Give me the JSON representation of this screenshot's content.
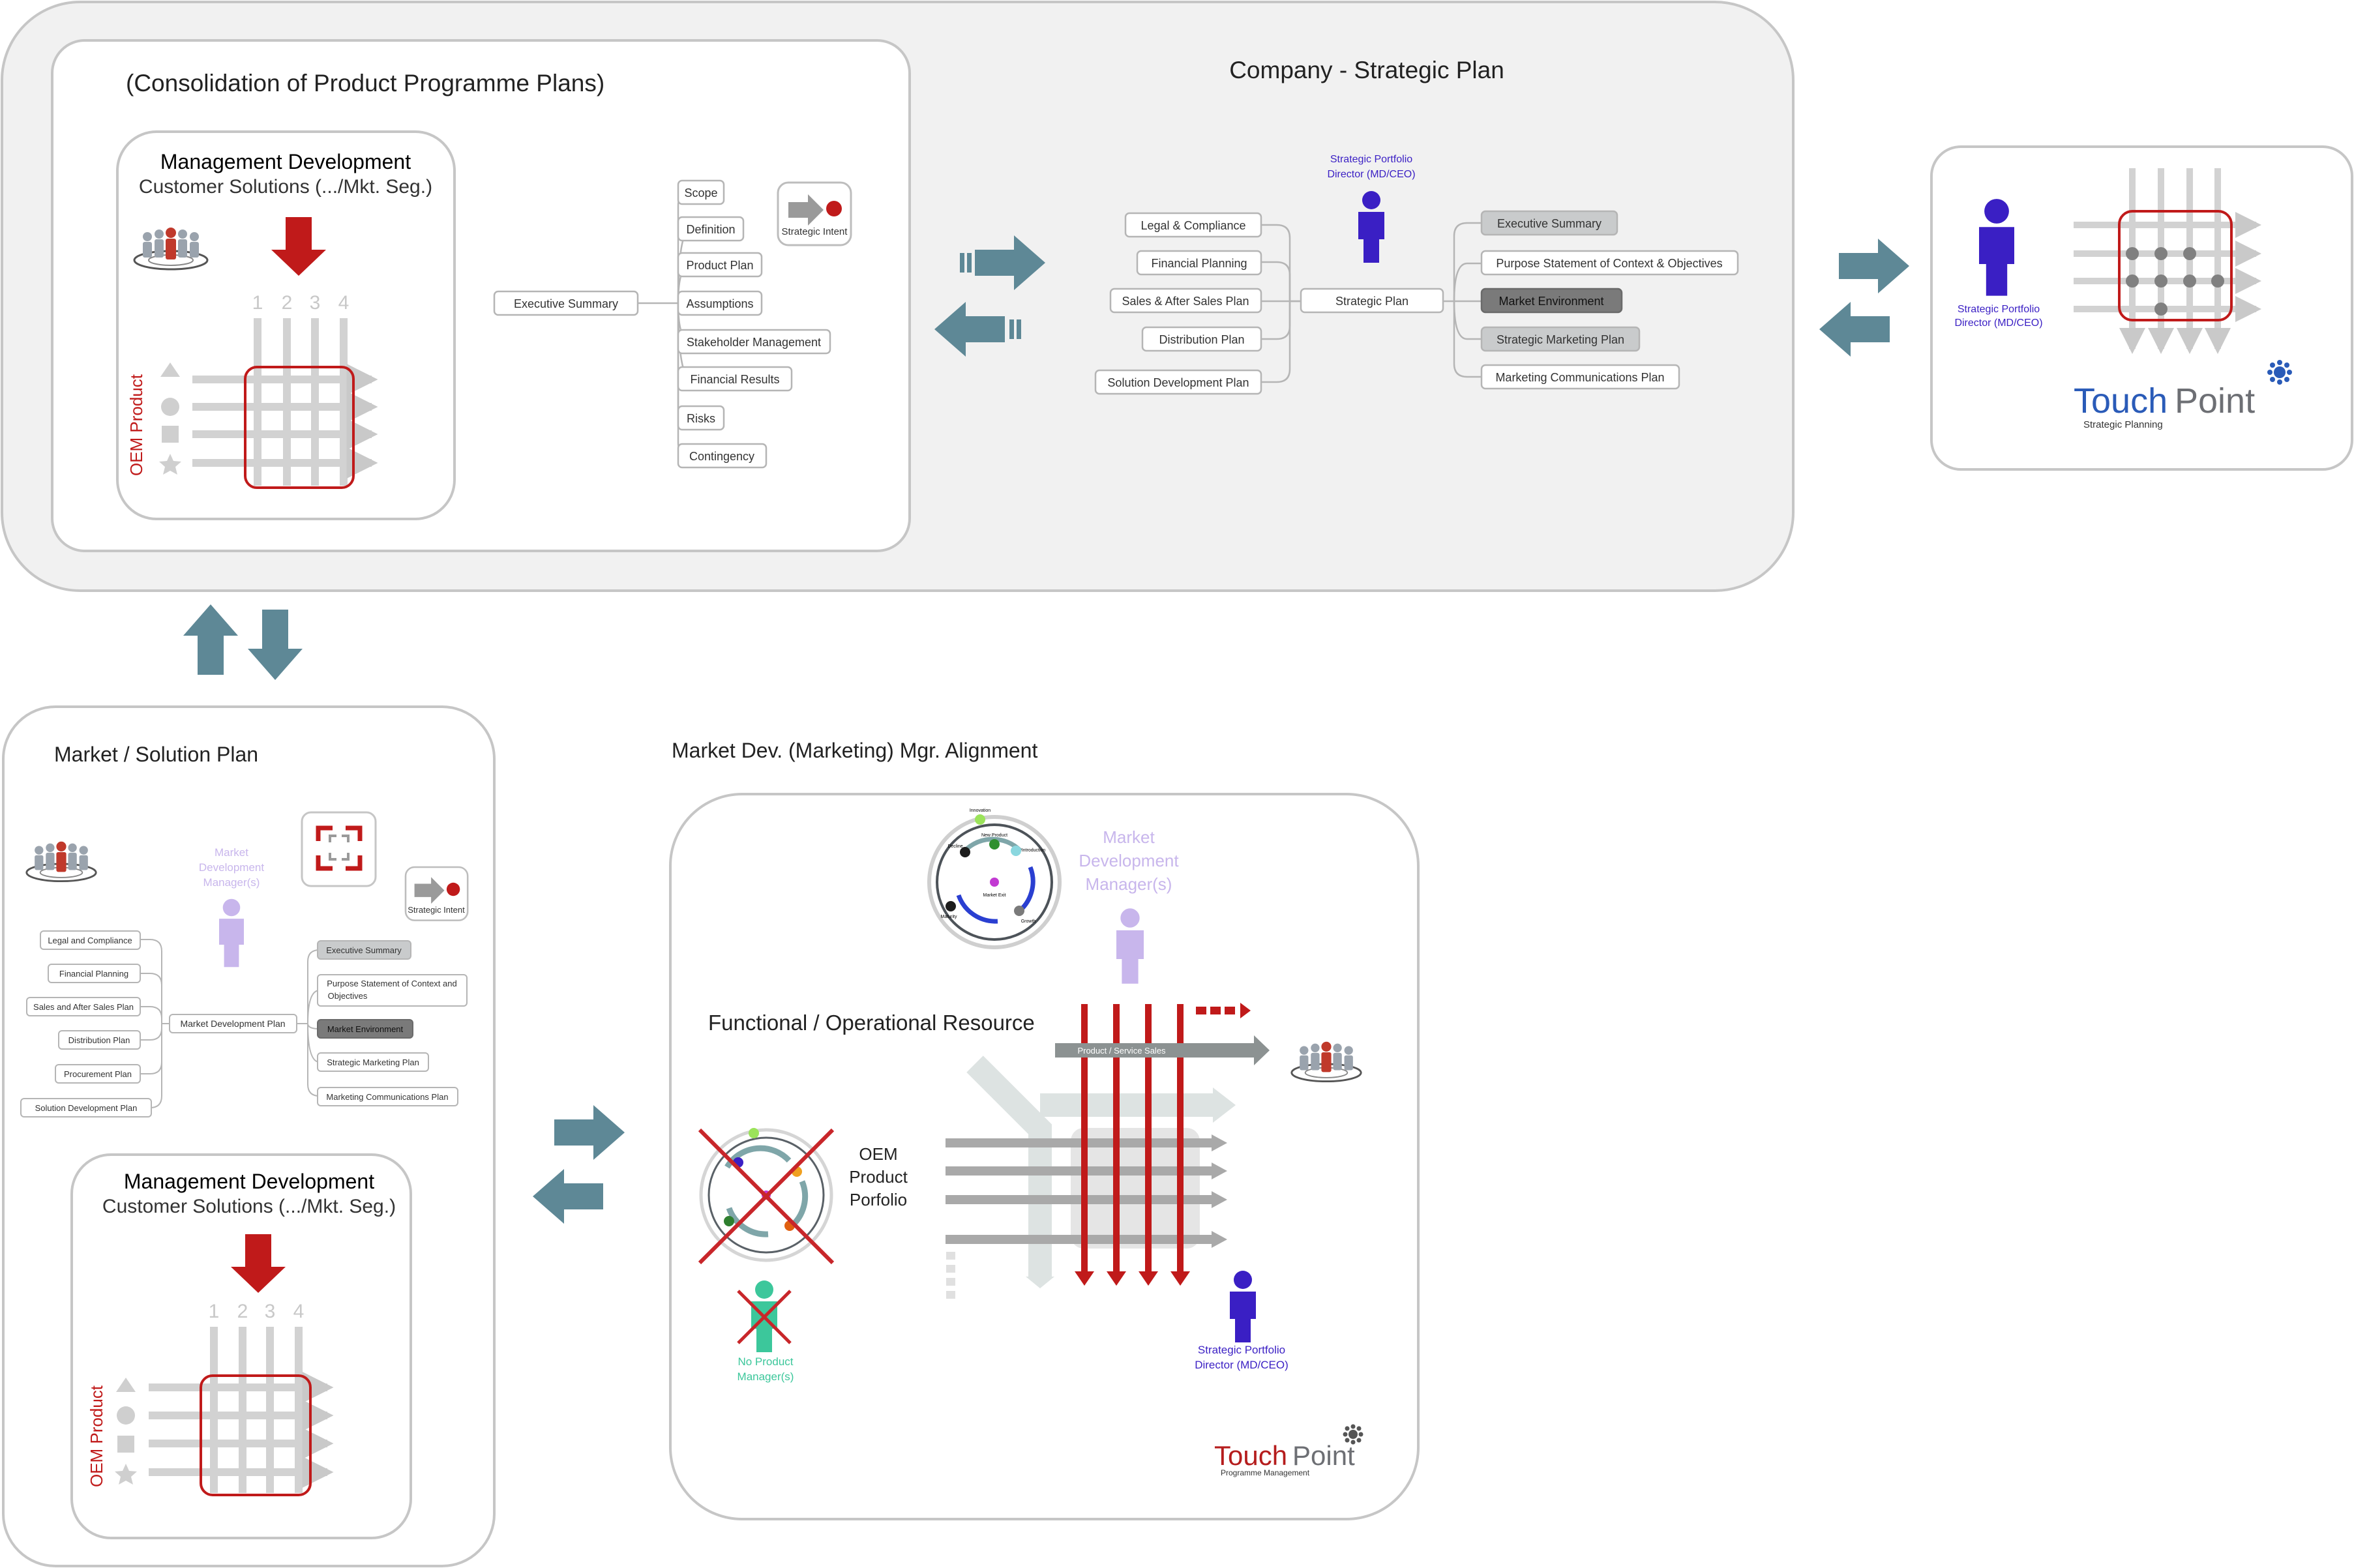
{
  "top_panel": {
    "title": "Company - Strategic Plan",
    "consolidation": {
      "title": "(Consolidation of Product Programme Plans)",
      "mgmt_dev_title": "Management Development",
      "mgmt_dev_subtitle": "Customer Solutions (.../Mkt. Seg.)",
      "matrix_columns": [
        "1",
        "2",
        "3",
        "4"
      ],
      "matrix_row_label": "OEM Product",
      "root_node": "Executive Summary",
      "branches": [
        "Scope",
        "Definition",
        "Product Plan",
        "Assumptions",
        "Stakeholder Management",
        "Financial Results",
        "Risks",
        "Contingency"
      ],
      "strategic_intent": "Strategic Intent"
    },
    "strategic_plan": {
      "director_label_1": "Strategic Portfolio",
      "director_label_2": "Director (MD/CEO)",
      "inputs": [
        "Legal & Compliance",
        "Financial Planning",
        "Sales & After Sales Plan",
        "Distribution Plan",
        "Solution Development Plan"
      ],
      "center": "Strategic Plan",
      "outputs": [
        "Executive Summary",
        "Purpose Statement of Context & Objectives",
        "Market Environment",
        "Strategic Marketing Plan",
        "Marketing Communications Plan"
      ]
    }
  },
  "right_panel": {
    "director_label_1": "Strategic Portfolio",
    "director_label_2": "Director (MD/CEO)",
    "brand_touch": "Touch",
    "brand_point": "Point",
    "brand_sub": "Strategic Planning"
  },
  "market_solution_panel": {
    "title": "Market / Solution Plan",
    "manager_label": [
      "Market",
      "Development",
      "Manager(s)"
    ],
    "strategic_intent": "Strategic Intent",
    "inputs": [
      "Legal and Compliance",
      "Financial Planning",
      "Sales and After Sales Plan",
      "Distribution Plan",
      "Procurement Plan",
      "Solution Development Plan"
    ],
    "center": "Market Development Plan",
    "outputs": [
      "Executive Summary",
      "Purpose Statement of Context and",
      "Objectives",
      "Market Environment",
      "Strategic Marketing Plan",
      "Marketing Communications Plan"
    ],
    "mgmt_dev_title": "Management Development",
    "mgmt_dev_subtitle": "Customer Solutions (.../Mkt. Seg.)",
    "matrix_columns": [
      "1",
      "2",
      "3",
      "4"
    ],
    "matrix_row_label": "OEM Product"
  },
  "alignment_panel": {
    "title": "Market Dev. (Marketing) Mgr.  Alignment",
    "manager_label": [
      "Market",
      "Development",
      "Manager(s)"
    ],
    "functional_title": "Functional / Operational Resource",
    "product_service_sales": "Product / Service Sales",
    "oem_portfolio": [
      "OEM",
      "Product",
      "Porfolio"
    ],
    "no_product_manager": [
      "No Product",
      "Manager(s)"
    ],
    "director_label_1": "Strategic Portfolio",
    "director_label_2": "Director (MD/CEO)",
    "cycle_labels": [
      "Innovation",
      "New Product",
      "Introduction",
      "Growth",
      "Maturity",
      "Decline",
      "Market Exit"
    ],
    "brand_touch": "Touch",
    "brand_point": "Point",
    "brand_sub": "Programme Management"
  },
  "colors": {
    "arrow_teal": "#5e8896",
    "brand_red": "#b51d1d",
    "director_blue": "#3a1fc4",
    "manager_lavender": "#c8b6ec",
    "no_pm_green": "#3cc79b",
    "touchpoint_blue": "#2a5bb8",
    "touchpoint_grey": "#6d6f74"
  }
}
